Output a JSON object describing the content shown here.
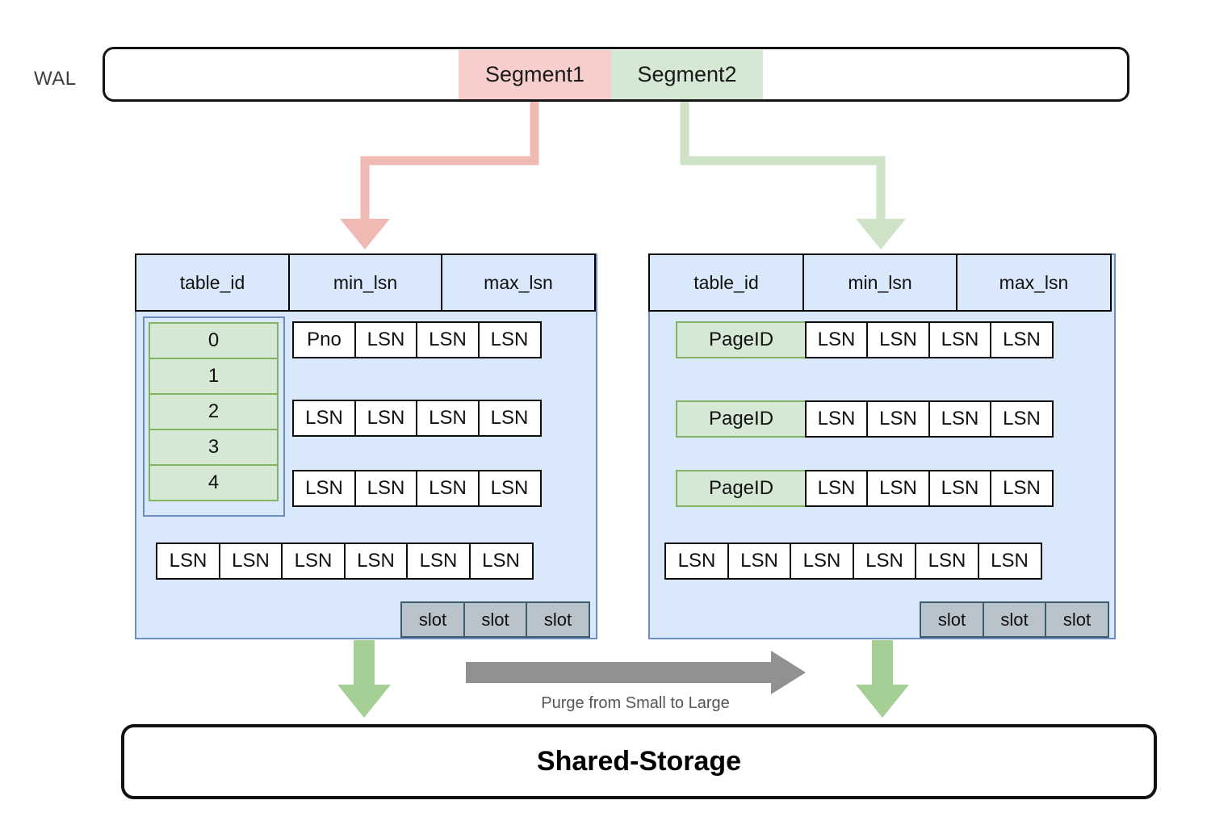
{
  "wal": {
    "label": "WAL",
    "segment1": "Segment1",
    "segment2": "Segment2"
  },
  "left_panel": {
    "headers": [
      "table_id",
      "min_lsn",
      "max_lsn"
    ],
    "index_list": [
      "0",
      "1",
      "2",
      "3",
      "4"
    ],
    "row1": [
      "Pno",
      "LSN",
      "LSN",
      "LSN"
    ],
    "row2": [
      "LSN",
      "LSN",
      "LSN",
      "LSN"
    ],
    "row3": [
      "LSN",
      "LSN",
      "LSN",
      "LSN"
    ],
    "bottom_row": [
      "LSN",
      "LSN",
      "LSN",
      "LSN",
      "LSN",
      "LSN"
    ],
    "slots": [
      "slot",
      "slot",
      "slot"
    ]
  },
  "right_panel": {
    "headers": [
      "table_id",
      "min_lsn",
      "max_lsn"
    ],
    "rows": [
      {
        "key": "PageID",
        "lsns": [
          "LSN",
          "LSN",
          "LSN",
          "LSN"
        ]
      },
      {
        "key": "PageID",
        "lsns": [
          "LSN",
          "LSN",
          "LSN",
          "LSN"
        ]
      },
      {
        "key": "PageID",
        "lsns": [
          "LSN",
          "LSN",
          "LSN",
          "LSN"
        ]
      }
    ],
    "bottom_row": [
      "LSN",
      "LSN",
      "LSN",
      "LSN",
      "LSN",
      "LSN"
    ],
    "slots": [
      "slot",
      "slot",
      "slot"
    ]
  },
  "purge_arrow_label": "Purge from Small to Large",
  "storage_label": "Shared-Storage",
  "colors": {
    "segment1_fill": "#f8cecc",
    "segment2_fill": "#d5e8d4",
    "panel_fill": "#dae8fc",
    "panel_border": "#6c8ebf",
    "green_cell_fill": "#d5e8d4",
    "green_cell_border": "#82b366",
    "slot_fill": "#b9c3cb",
    "slot_border": "#3e5c6e",
    "pink_arrow": "#f1b9b4",
    "pale_green_arrow": "#cde2c6",
    "down_green_arrow": "#a6cf96",
    "gray_arrow": "#919191"
  }
}
